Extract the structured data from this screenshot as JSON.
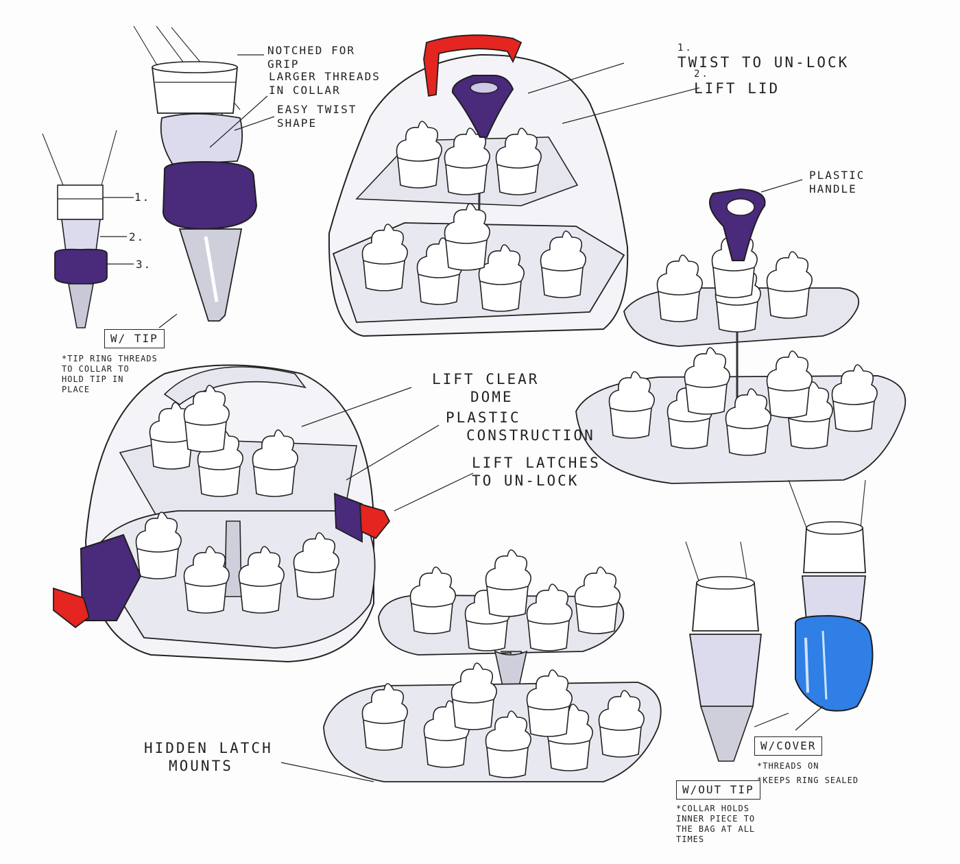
{
  "piping_bag": {
    "callout_notched": [
      "NOTCHED FOR",
      "GRIP"
    ],
    "callout_threads": [
      "LARGER THREADS",
      "IN COLLAR"
    ],
    "callout_twist": [
      "EASY TWIST",
      "SHAPE"
    ],
    "step_labels": [
      "1.",
      "2.",
      "3."
    ],
    "with_tip_label": "W/ TIP",
    "tip_ring_note": [
      "*TIP RING THREADS",
      "TO COLLAR TO",
      "HOLD TIP IN",
      "PLACE"
    ]
  },
  "cake_stand_top": {
    "step_1": [
      "1.",
      "TWIST TO UN-LOCK"
    ],
    "step_2": [
      "2.",
      "LIFT LID"
    ],
    "handle_note": [
      "PLASTIC",
      "HANDLE"
    ]
  },
  "carrier_left": {
    "dome_note": [
      "LIFT CLEAR",
      "DOME"
    ],
    "construction_note": [
      "PLASTIC",
      "CONSTRUCTION"
    ],
    "latch_note": [
      "LIFT LATCHES",
      "TO UN-LOCK"
    ]
  },
  "stand_bottom": {
    "latch_mount_note": [
      "HIDDEN LATCH",
      "MOUNTS"
    ]
  },
  "tips_right": {
    "without_tip_label": "W/OUT TIP",
    "without_tip_note": [
      "*COLLAR HOLDS",
      "INNER PIECE TO",
      "THE BAG AT ALL",
      "TIMES"
    ],
    "with_cover_label": "W/COVER",
    "cover_notes": [
      "*THREADS ON",
      "*KEEPS RING SEALED"
    ]
  },
  "colors": {
    "purple": "#4a2a7a",
    "red": "#e5251f",
    "blue": "#2f7fe6",
    "lavender": "#dcdbee",
    "ink": "#1e1e1e"
  }
}
